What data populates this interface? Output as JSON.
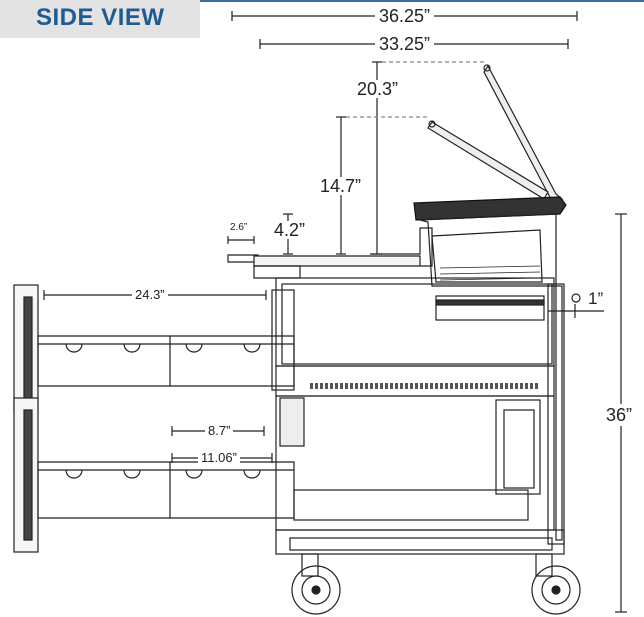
{
  "title": "SIDE VIEW",
  "dimensions": {
    "overall_length": "36.25”",
    "body_length": "33.25”",
    "lid_height_rear": "20.3”",
    "lid_height_front": "14.7”",
    "counter_height": "4.2”",
    "counter_edge": "2.6”",
    "drawer_extension": "24.3”",
    "drawer_depth_a": "8.7”",
    "drawer_depth_b": "11.06”",
    "side_offset": "1”",
    "overall_height": "36”"
  },
  "colors": {
    "title": "#1f5a92",
    "title_band": "#e3e3e3",
    "line": "#222222"
  }
}
